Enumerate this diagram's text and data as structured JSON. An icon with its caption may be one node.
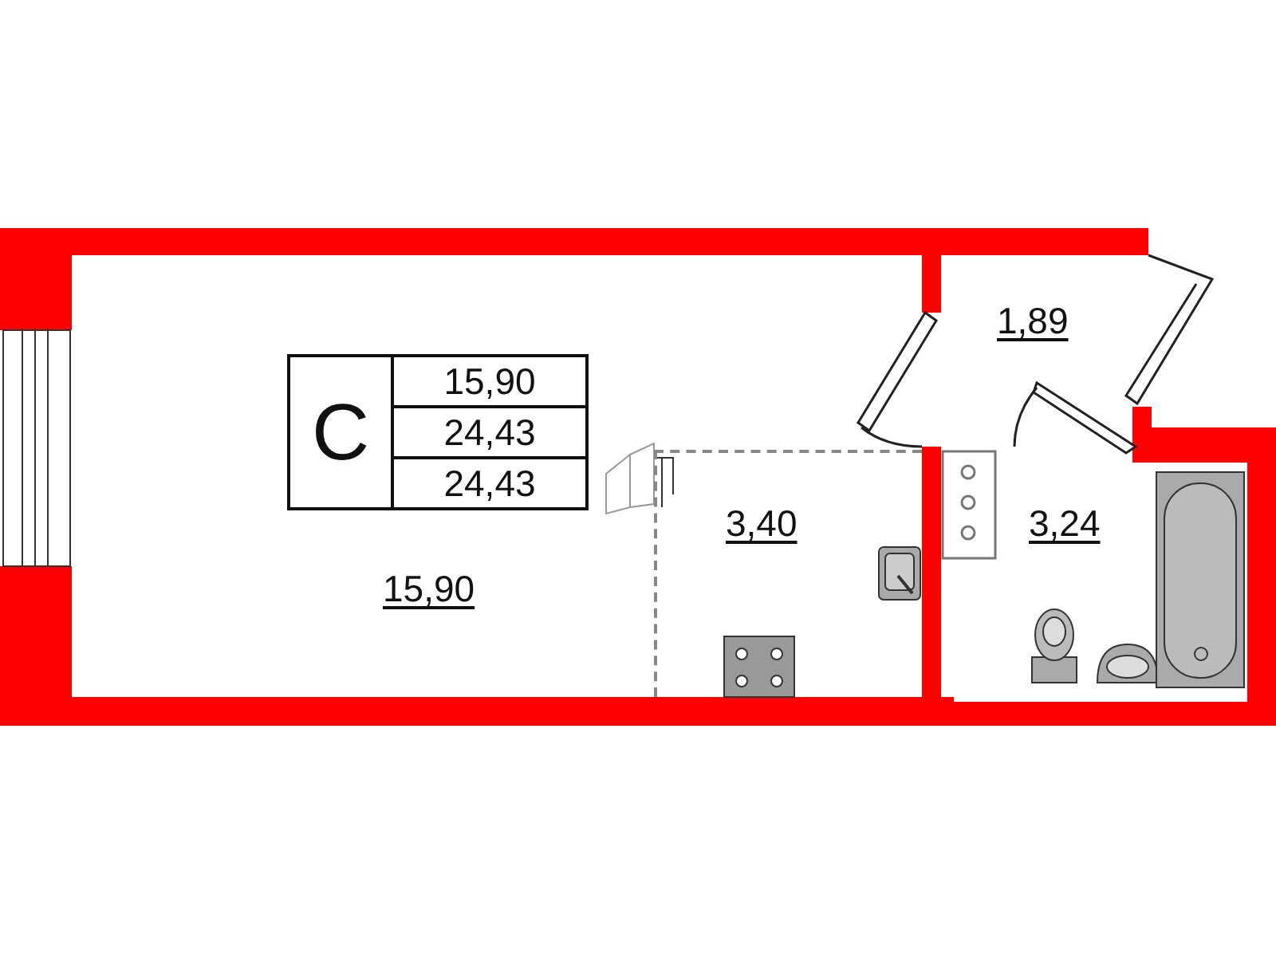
{
  "diagram": {
    "nodes": [
      {
        "text": [
          "15,90"
        ]
      },
      {
        "text": [
          "3,40"
        ],
        "in": 0
      },
      {
        "text": [
          "1,89"
        ]
      },
      {
        "text": [
          "3,24"
        ]
      }
    ],
    "labels": [
      "С",
      "15,90",
      "24,43",
      "24,43"
    ]
  }
}
